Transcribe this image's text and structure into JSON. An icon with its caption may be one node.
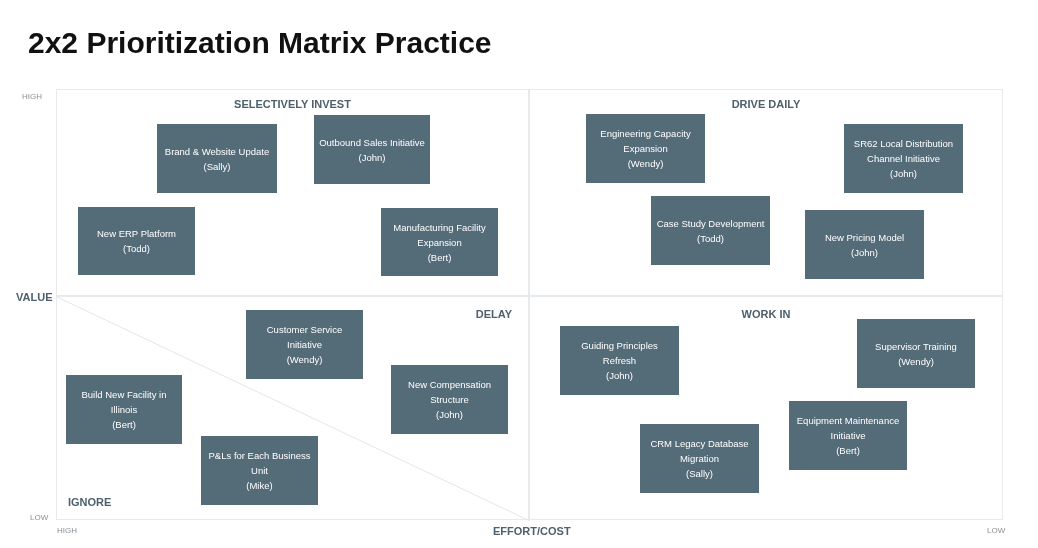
{
  "diagram": {
    "title": "2x2 Prioritization Matrix Practice",
    "nodes": [
      {
        "text": [
          "SELECTIVELY INVEST"
        ]
      },
      {
        "text": [
          "DRIVE DAILY"
        ]
      },
      {
        "text": [
          "DELAY",
          "IGNORE"
        ]
      },
      {
        "text": [
          "WORK IN"
        ]
      },
      {
        "text": [
          "Brand & Website Update",
          "(Sally)"
        ],
        "in": 0
      },
      {
        "text": [
          "Outbound Sales Initiative",
          "(John)"
        ],
        "in": 0
      },
      {
        "text": [
          "New ERP Platform",
          "(Todd)"
        ],
        "in": 0
      },
      {
        "text": [
          "Manufacturing Facility Expansion",
          "(Bert)"
        ],
        "in": 0
      },
      {
        "text": [
          "Engineering Capacity Expansion",
          "(Wendy)"
        ],
        "in": 1
      },
      {
        "text": [
          "SR62 Local Distribution Channel Initiative",
          "(John)"
        ],
        "in": 1
      },
      {
        "text": [
          "Case Study Development",
          "(Todd)"
        ],
        "in": 1
      },
      {
        "text": [
          "New Pricing Model",
          "(John)"
        ],
        "in": 1
      },
      {
        "text": [
          "Customer Service Initiative",
          "(Wendy)"
        ],
        "in": 2
      },
      {
        "text": [
          "New Compensation Structure",
          "(John)"
        ],
        "in": 2
      },
      {
        "text": [
          "Build New Facility in Illinois",
          "(Bert)"
        ],
        "in": 2
      },
      {
        "text": [
          "P&Ls for Each Business Unit",
          "(Mike)"
        ],
        "in": 2
      },
      {
        "text": [
          "Guiding Principles Refresh",
          "(John)"
        ],
        "in": 3
      },
      {
        "text": [
          "Supervisor Training",
          "(Wendy)"
        ],
        "in": 3
      },
      {
        "text": [
          "Equipment Maintenance Initiative",
          "(Bert)"
        ],
        "in": 3
      },
      {
        "text": [
          "CRM Legacy Database Migration",
          "(Sally)"
        ],
        "in": 3
      }
    ],
    "labels": [
      "HIGH",
      "VALUE",
      "LOW",
      "HIGH",
      "EFFORT/COST",
      "LOW"
    ]
  }
}
